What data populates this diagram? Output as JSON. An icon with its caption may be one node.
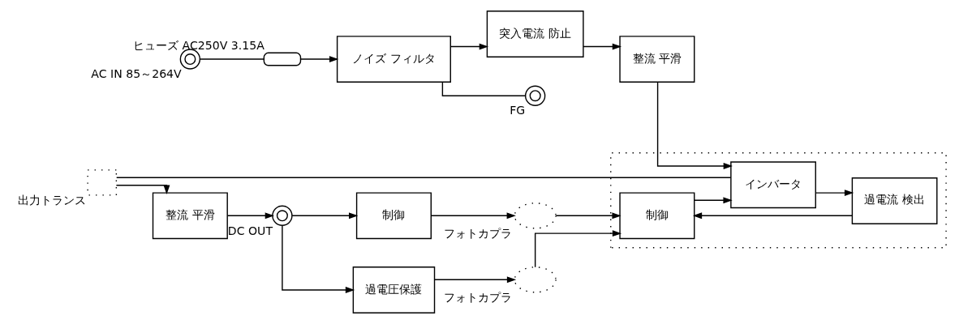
{
  "diagram": {
    "nodes": [
      {
        "text": [],
        "shape": "circle",
        "beside": [
          "AC IN 85～264V"
        ]
      },
      {
        "text": [],
        "shape": "box",
        "beside": [
          "ヒューズ AC250V 3.15A"
        ]
      },
      {
        "text": [
          "ノイズ フィルタ"
        ]
      },
      {
        "text": [
          "突入電流 防止"
        ]
      },
      {
        "text": [
          "整流 平滑"
        ]
      },
      {
        "text": [],
        "shape": "circle",
        "beside": [
          "FG"
        ]
      },
      {
        "text": [],
        "shape": "box"
      },
      {
        "text": [
          "制御"
        ],
        "in": 6
      },
      {
        "text": [
          "インバータ"
        ],
        "in": 6
      },
      {
        "text": [
          "過電流 検出"
        ],
        "in": 6
      },
      {
        "text": [],
        "shape": "box",
        "beside": [
          "出力トランス"
        ]
      },
      {
        "text": [
          "整流 平滑"
        ]
      },
      {
        "text": [],
        "shape": "circle",
        "beside": [
          "DC OUT"
        ]
      },
      {
        "text": [
          "制御"
        ]
      },
      {
        "text": [],
        "shape": "circle",
        "beside": [
          "フォトカプラ"
        ]
      },
      {
        "text": [
          "過電圧保護"
        ]
      },
      {
        "text": [],
        "shape": "circle",
        "beside": [
          "フォトカプラ"
        ]
      }
    ],
    "edges": [
      {
        "from": 0,
        "to": 1,
        "arrow": "none"
      },
      {
        "from": 1,
        "to": 2,
        "arrow": "to"
      },
      {
        "from": 2,
        "to": 3,
        "arrow": "to"
      },
      {
        "from": 3,
        "to": 4,
        "arrow": "to"
      },
      {
        "from": 2,
        "to": 5,
        "arrow": "none"
      },
      {
        "from": 4,
        "to": 8,
        "arrow": "to"
      },
      {
        "from": 7,
        "to": 8,
        "arrow": "to"
      },
      {
        "from": 8,
        "to": 9,
        "arrow": "to"
      },
      {
        "from": 9,
        "to": 7,
        "arrow": "to"
      },
      {
        "from": 8,
        "to": 10,
        "arrow": "none"
      },
      {
        "from": 10,
        "to": 11,
        "arrow": "to"
      },
      {
        "from": 11,
        "to": 12,
        "arrow": "to"
      },
      {
        "from": 12,
        "to": 13,
        "arrow": "to"
      },
      {
        "from": 12,
        "to": 15,
        "arrow": "to"
      },
      {
        "from": 13,
        "to": 14,
        "arrow": "to"
      },
      {
        "from": 15,
        "to": 16,
        "arrow": "to"
      },
      {
        "from": 14,
        "to": 7,
        "arrow": "to"
      },
      {
        "from": 16,
        "to": 7,
        "arrow": "to"
      }
    ]
  }
}
